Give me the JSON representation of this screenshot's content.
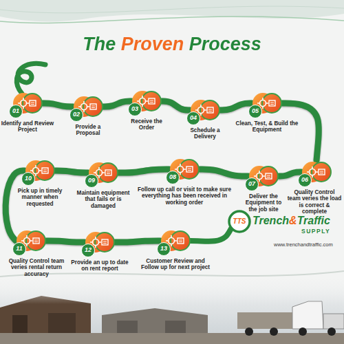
{
  "diagram": {
    "title": "The Proven Process",
    "nodes": [
      {
        "text": [
          "01",
          "Identify and Review Project"
        ]
      },
      {
        "text": [
          "02",
          "Provide a Proposal"
        ]
      },
      {
        "text": [
          "03",
          "Receive the Order"
        ]
      },
      {
        "text": [
          "04",
          "Schedule a Delivery"
        ]
      },
      {
        "text": [
          "05",
          "Clean, Test, & Build the Equipment"
        ]
      },
      {
        "text": [
          "06",
          "Quality Control team veries the load is correct & complete"
        ]
      },
      {
        "text": [
          "07",
          "Deliver the Equipment to the job site"
        ]
      },
      {
        "text": [
          "08",
          "Follow up call or visit to make sure everything has been received in working order"
        ]
      },
      {
        "text": [
          "09",
          "Maintain equipment that fails or is damaged"
        ]
      },
      {
        "text": [
          "10",
          "Pick up in timely manner when requested"
        ]
      },
      {
        "text": [
          "11",
          "Quality Control team veries rental return accuracy"
        ]
      },
      {
        "text": [
          "12",
          "Provide an up to date on rent report"
        ]
      },
      {
        "text": [
          "13",
          "Customer Review and Follow up for next project"
        ]
      }
    ],
    "edges": [
      {
        "from": 0,
        "to": 1,
        "arrow": "none"
      },
      {
        "from": 1,
        "to": 2,
        "arrow": "none"
      },
      {
        "from": 2,
        "to": 3,
        "arrow": "none"
      },
      {
        "from": 3,
        "to": 4,
        "arrow": "none"
      },
      {
        "from": 4,
        "to": 5,
        "arrow": "none"
      },
      {
        "from": 5,
        "to": 6,
        "arrow": "none"
      },
      {
        "from": 6,
        "to": 7,
        "arrow": "none"
      },
      {
        "from": 7,
        "to": 8,
        "arrow": "none"
      },
      {
        "from": 8,
        "to": 9,
        "arrow": "none"
      },
      {
        "from": 9,
        "to": 10,
        "arrow": "none"
      },
      {
        "from": 10,
        "to": 11,
        "arrow": "none"
      },
      {
        "from": 11,
        "to": 12,
        "arrow": "none"
      }
    ],
    "labels": [
      "TTS",
      "Trench",
      "&",
      "Traffic",
      "SUPPLY",
      "www.trenchandtraffic.com"
    ]
  }
}
